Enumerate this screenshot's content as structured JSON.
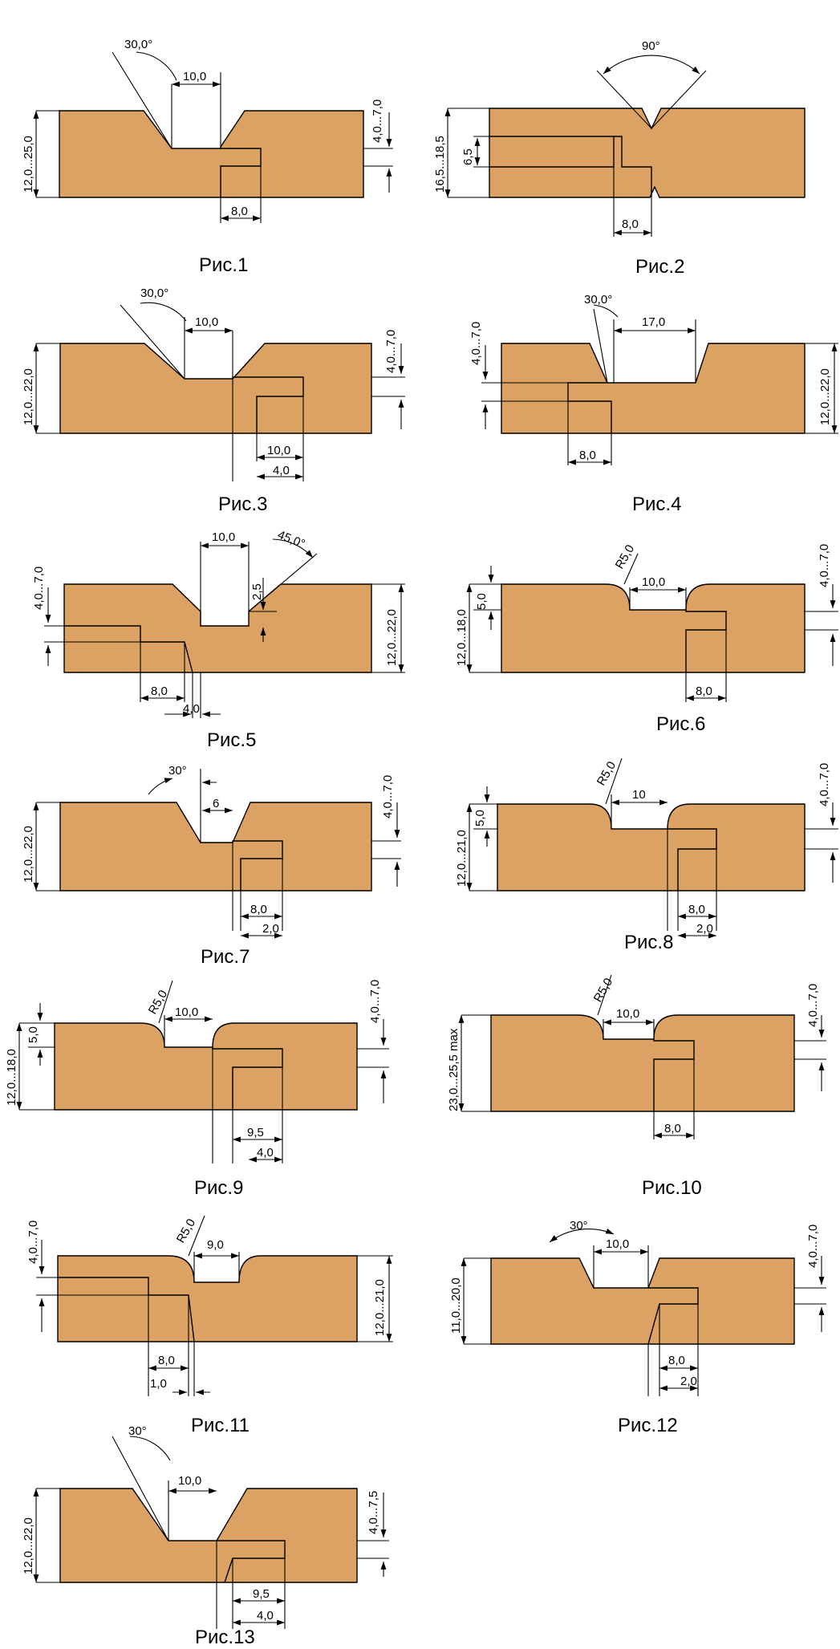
{
  "colors": {
    "wood": "#DBA264",
    "line": "#000000",
    "background": "#FFFFFF"
  },
  "figures": [
    {
      "caption": "Рис.1",
      "labels": [
        "30,0°",
        "10,0",
        "4,0...7,0",
        "12,0...25,0",
        "8,0"
      ]
    },
    {
      "caption": "Рис.2",
      "labels": [
        "90°",
        "16,5...18,5",
        "6,5",
        "8,0"
      ]
    },
    {
      "caption": "Рис.3",
      "labels": [
        "30,0°",
        "10,0",
        "4,0...7,0",
        "12,0...22,0",
        "10,0",
        "4,0"
      ]
    },
    {
      "caption": "Рис.4",
      "labels": [
        "30,0°",
        "17,0",
        "4,0...7,0",
        "12,0...22,0",
        "8,0"
      ]
    },
    {
      "caption": "Рис.5",
      "labels": [
        "10,0",
        "45,0°",
        "2,5",
        "4,0...7,0",
        "12,0...22,0",
        "8,0",
        "4,0"
      ]
    },
    {
      "caption": "Рис.6",
      "labels": [
        "R5,0",
        "10,0",
        "5,0",
        "4,0...7,0",
        "12,0...18,0",
        "8,0"
      ]
    },
    {
      "caption": "Рис.7",
      "labels": [
        "30°",
        "6",
        "4,0...7,0",
        "12,0...22,0",
        "8,0",
        "2,0"
      ]
    },
    {
      "caption": "Рис.8",
      "labels": [
        "R5,0",
        "10",
        "5,0",
        "4,0...7,0",
        "12,0...21,0",
        "8,0",
        "2,0"
      ]
    },
    {
      "caption": "Рис.9",
      "labels": [
        "R5,0",
        "10,0",
        "5,0",
        "4,0...7,0",
        "12,0...18,0",
        "9,5",
        "4,0"
      ]
    },
    {
      "caption": "Рис.10",
      "labels": [
        "R5,0",
        "10,0",
        "4,0...7,0",
        "23,0...25,5 max",
        "8,0"
      ]
    },
    {
      "caption": "Рис.11",
      "labels": [
        "R5,0",
        "9,0",
        "4,0...7,0",
        "12,0...21,0",
        "8,0",
        "1,0"
      ]
    },
    {
      "caption": "Рис.12",
      "labels": [
        "30°",
        "10,0",
        "4,0...7,0",
        "11,0...20,0",
        "8,0",
        "2,0"
      ]
    },
    {
      "caption": "Рис.13",
      "labels": [
        "30°",
        "10,0",
        "4,0...7,5",
        "12,0...22,0",
        "9,5",
        "4,0"
      ]
    }
  ]
}
